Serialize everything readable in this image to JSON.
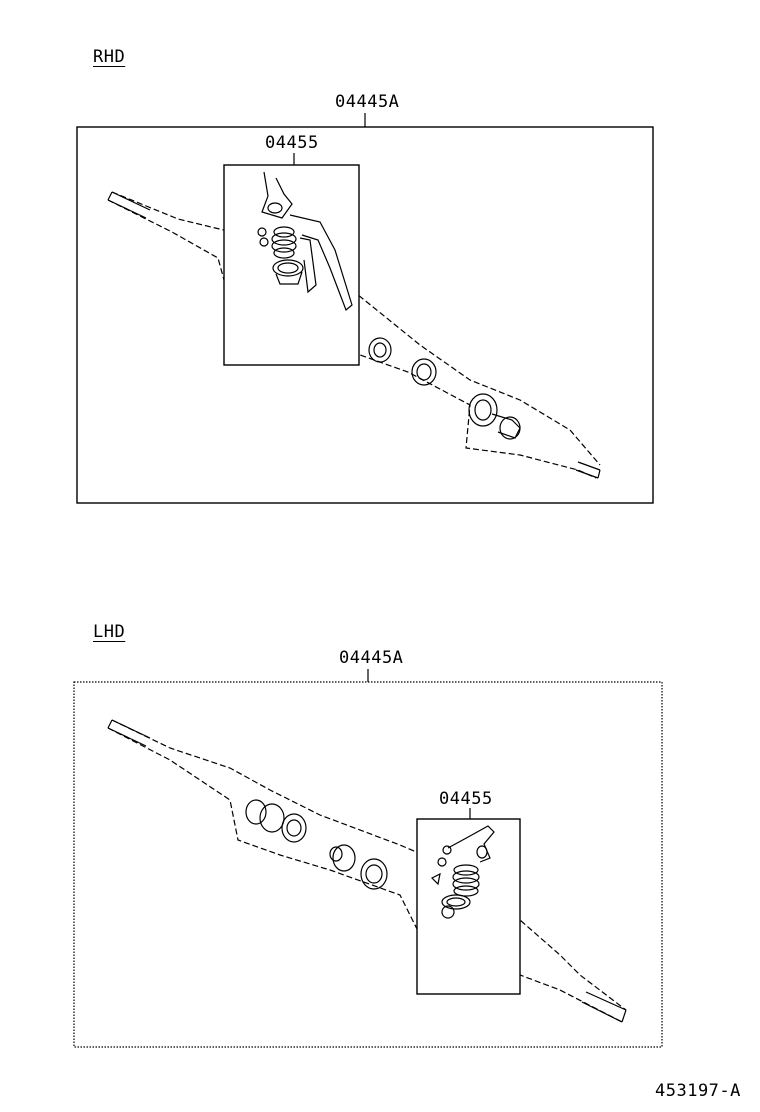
{
  "rhd": {
    "region_label": "RHD",
    "assembly_code": "04445A",
    "kit_code": "04455"
  },
  "lhd": {
    "region_label": "LHD",
    "assembly_code": "04445A",
    "kit_code": "04455"
  },
  "illustration_code": "453197-A"
}
